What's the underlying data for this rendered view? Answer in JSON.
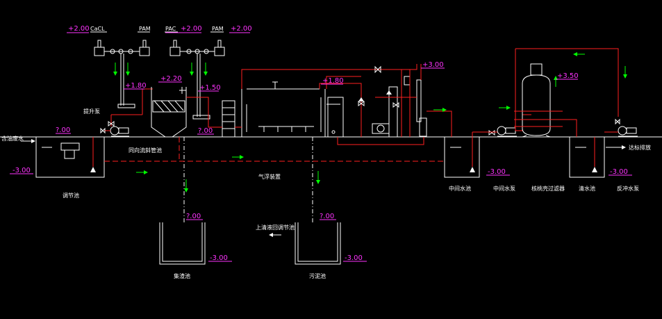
{
  "labels": {
    "inlet": "含油废水",
    "regulating_tank": "调节池",
    "lift_pump": "提升泵",
    "inclined_tube": "同向流斜管池",
    "flotation": "气浮装置",
    "scum_tank": "集渣池",
    "sludge_tank": "污泥池",
    "supernatant_return": "上清液回调节池",
    "intermediate_tank": "中间水池",
    "intermediate_pump": "中间水泵",
    "walnut_filter": "核桃壳过滤器",
    "clean_tank": "清水池",
    "backwash_pump": "反冲水泵",
    "discharge": "达标排放"
  },
  "chemicals": {
    "c1": "CaCL",
    "c2": "PAM",
    "c3": "PAC",
    "c4": "PAM"
  },
  "levels": {
    "l1": "+2.00",
    "l2": "+2.00",
    "l3": "+2.00",
    "l4": "+2.20",
    "l5": "+1.80",
    "l6": "+1.50",
    "l7": "+1.80",
    "l8": "+3.00",
    "l9": "+3.50",
    "l10": "?.00",
    "l11": "-3.00",
    "l12": "?.00",
    "l13": "?.00",
    "l14": "-3.00",
    "l15": "?.00",
    "l16": "-3.00",
    "l17": "-3.00",
    "l18": "-3.00"
  },
  "colors": {
    "pipe_red": "#ff2020",
    "level_magenta": "#ff33ff",
    "flow_green": "#00ff00",
    "line_white": "#ffffff"
  }
}
